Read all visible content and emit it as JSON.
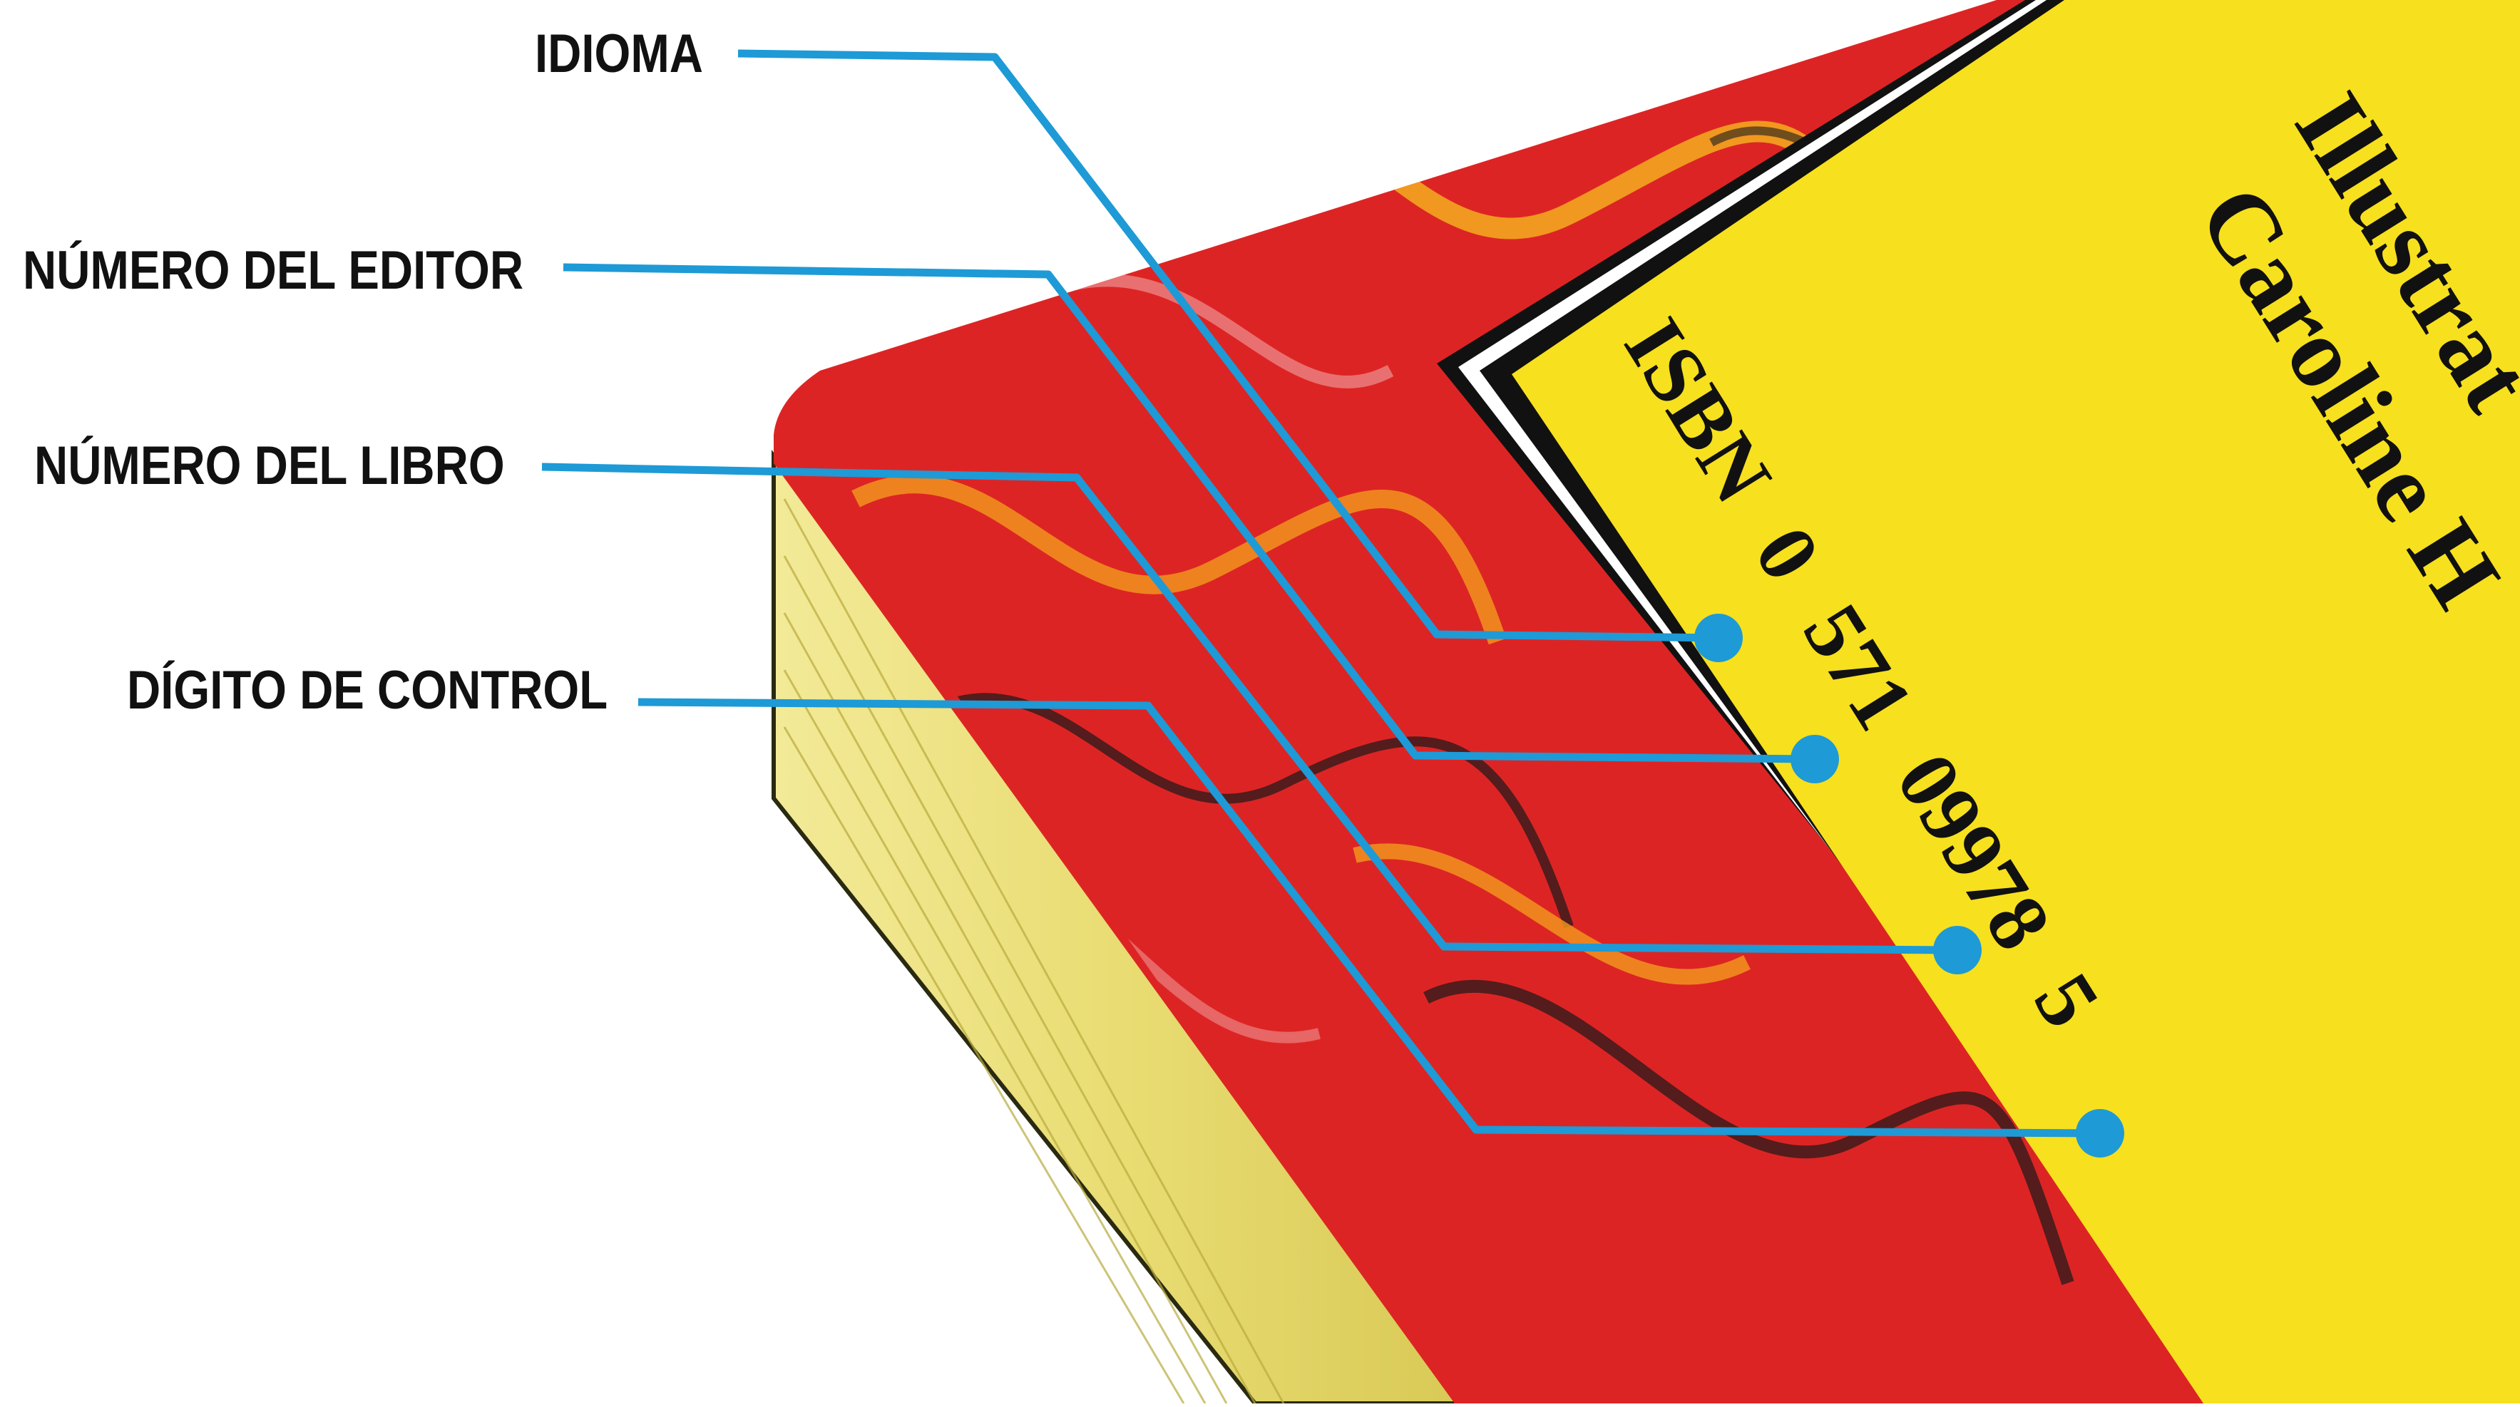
{
  "callouts": [
    {
      "id": "idioma",
      "label": "IDIOMA"
    },
    {
      "id": "editor",
      "label": "NÚMERO DEL EDITOR"
    },
    {
      "id": "libro",
      "label": "NÚMERO DEL LIBRO"
    },
    {
      "id": "control",
      "label": "DÍGITO DE CONTROL"
    }
  ],
  "book": {
    "isbn_prefix": "ISBN",
    "isbn_segments": [
      "0",
      "571",
      "09978",
      "5"
    ],
    "cover_text_line1": "Illustrat",
    "cover_text_line2": "Caroline H"
  },
  "colors": {
    "leader_line": "#1e9ad6",
    "cover_red": "#dd2424",
    "cover_yellow": "#f7e01e",
    "pages": "#efe486",
    "background": "#ffffff"
  }
}
